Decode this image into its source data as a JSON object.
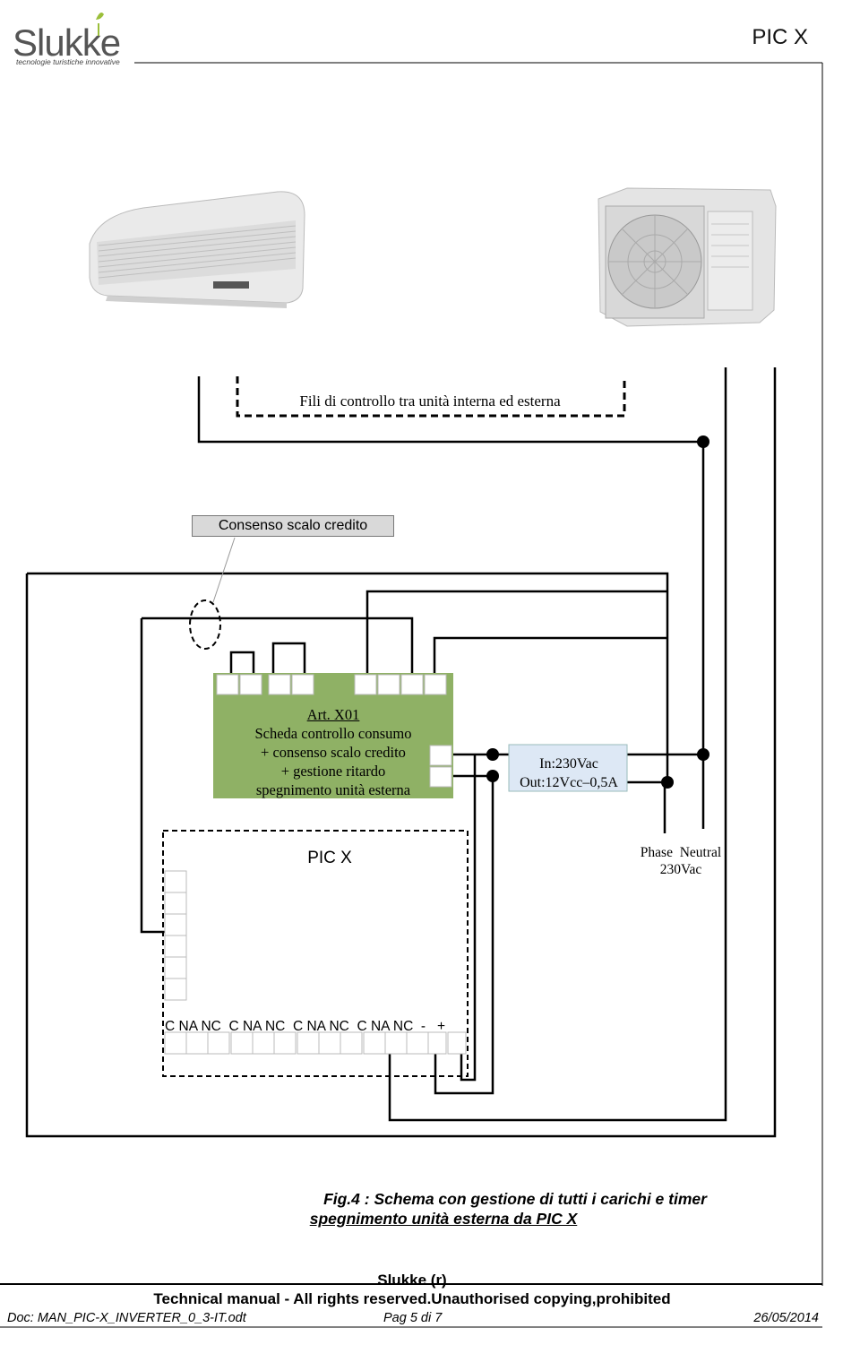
{
  "header": {
    "logo_text": "Slukke",
    "logo_tagline": "tecnologie turistiche innovative",
    "doc_title": "PIC X"
  },
  "diagram": {
    "control_wires_label": "Fili di controllo tra unità interna ed esterna",
    "consenso_label": "Consenso scalo credito",
    "board": {
      "title": "Art. X01",
      "line1": "Scheda controllo consumo",
      "line2": "+ consenso scalo credito",
      "line3": "+ gestione ritardo",
      "line4": "spegnimento unità esterna"
    },
    "psu": {
      "in": "In:230Vac",
      "out": "Out:12Vcc–0,5A"
    },
    "picx_label": "PIC X",
    "phase_neutral": "Phase  Neutral",
    "voltage": "230Vac",
    "terminal_labels": "C NA NC  C NA NC  C NA NC  C NA NC  -   +"
  },
  "caption": {
    "line1": "Fig.4 : Schema con gestione di tutti i carichi e timer",
    "line2": "spegnimento unità esterna da PIC X"
  },
  "footer": {
    "company": "Slukke (r)",
    "rights": "Technical manual - All rights reserved.Unauthorised copying,prohibited",
    "doc": "Doc: MAN_PIC-X_INVERTER_0_3-IT.odt",
    "page": "Pag 5 di 7",
    "date": "26/05/2014"
  },
  "colors": {
    "board_green": "#8fb165",
    "psu_blue": "#dde8f5",
    "consenso_grey": "#d9d9d9"
  },
  "icons": [
    "indoor-ac-unit-icon",
    "outdoor-ac-unit-icon",
    "logo-leaf-icon"
  ]
}
